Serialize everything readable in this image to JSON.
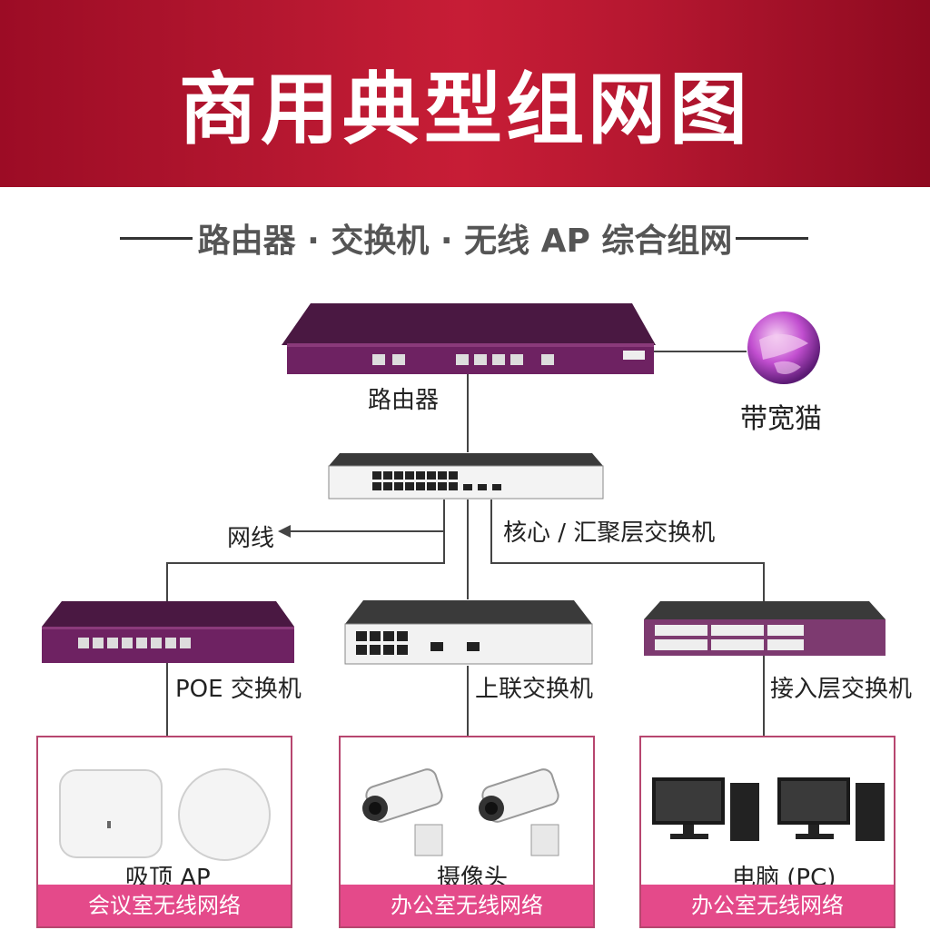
{
  "header": {
    "title": "商用典型组网图"
  },
  "subtitle": "路由器 · 交换机 · 无线 AP 综合组网",
  "devices": {
    "router": "路由器",
    "modem": "带宽猫",
    "cable": "网线",
    "core_switch": "核心 / 汇聚层交换机",
    "poe_switch": "POE 交换机",
    "uplink_switch": "上联交换机",
    "access_switch": "接入层交换机"
  },
  "endpoints": {
    "ap": "吸顶 AP",
    "camera": "摄像头",
    "pc": "电脑 (PC)"
  },
  "zones": {
    "meeting_wifi": "会议室无线网络",
    "office_wifi_1": "办公室无线网络",
    "office_wifi_2": "办公室无线网络"
  },
  "colors": {
    "banner": "#b51730",
    "accent": "#e44a8a",
    "device_purple": "#5a1a4a"
  }
}
